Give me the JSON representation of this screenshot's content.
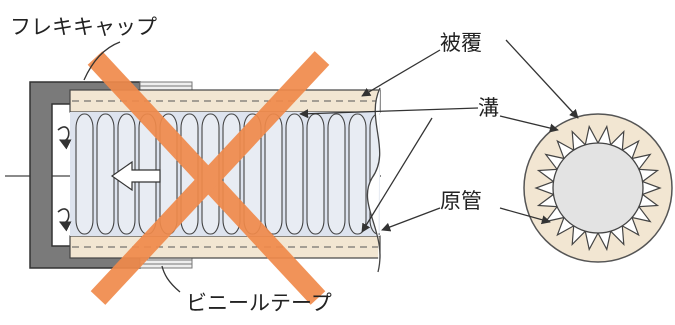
{
  "labels": {
    "flex_cap": "フレキキャップ",
    "coating": "被覆",
    "groove": "溝",
    "base_pipe": "原管",
    "vinyl_tape": "ビニールテープ"
  },
  "colors": {
    "cap_gray": "#7a7a7a",
    "pipe_fill": "#dde3ee",
    "coating_fill": "#f2e6d2",
    "cross_orange": "#f08a4b",
    "line": "#333333"
  }
}
